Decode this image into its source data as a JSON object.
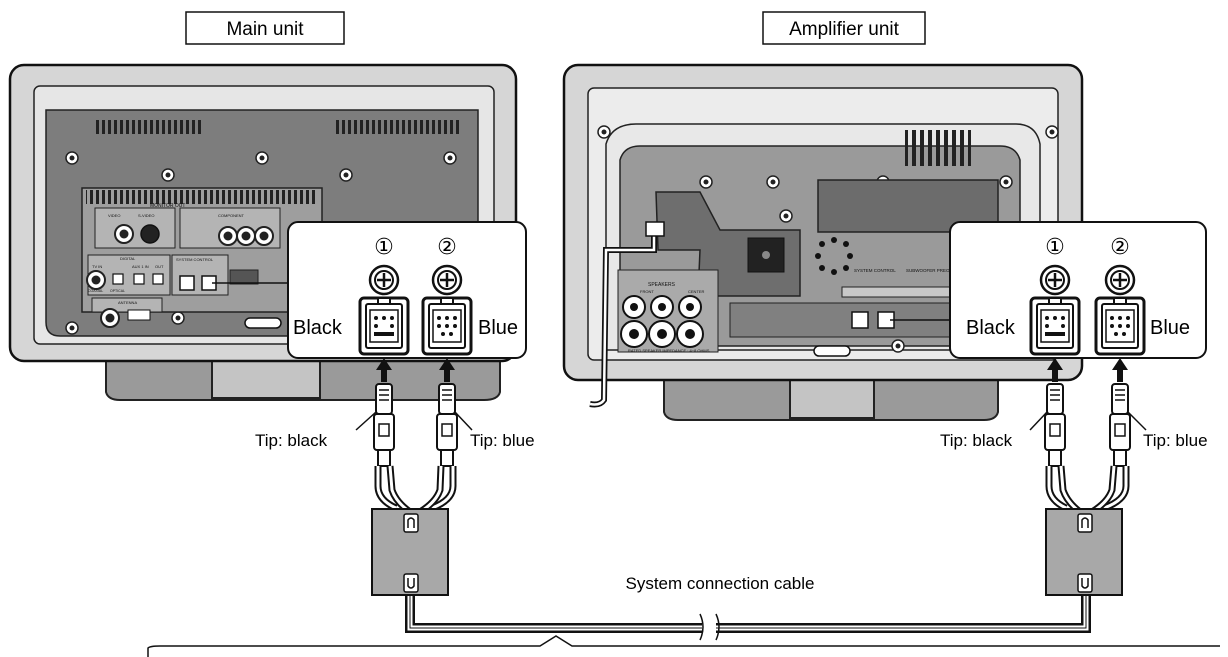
{
  "units": {
    "main": {
      "title": "Main unit"
    },
    "amplifier": {
      "title": "Amplifier unit"
    }
  },
  "callouts": {
    "main": {
      "left_marker": "①",
      "right_marker": "②",
      "left_color": "Black",
      "right_color": "Blue",
      "tip_left": "Tip: black",
      "tip_right": "Tip: blue"
    },
    "amplifier": {
      "left_marker": "①",
      "right_marker": "②",
      "left_color": "Black",
      "right_color": "Blue",
      "tip_left": "Tip: black",
      "tip_right": "Tip: blue"
    }
  },
  "cable": {
    "label": "System connection cable"
  },
  "panel_labels": {
    "monitor_out": "MONITOR OUT",
    "video": "VIDEO",
    "s_video": "S-VIDEO",
    "component": "COMPONENT",
    "digital": "DIGITAL",
    "tv_in": "TV IN",
    "aux_in": "AUX 1 IN",
    "out": "OUT",
    "coaxial": "COAXIAL",
    "optical": "OPTICAL",
    "system_control": "SYSTEM CONTROL",
    "antenna": "ANTENNA",
    "speakers": "SPEAKERS",
    "front": "FRONT",
    "center": "CENTER",
    "subwoofer_preout": "SUBWOOFER PREOUT",
    "impedance": "RATED SPEAKER IMPEDANCE : 4~8 OHMS"
  }
}
